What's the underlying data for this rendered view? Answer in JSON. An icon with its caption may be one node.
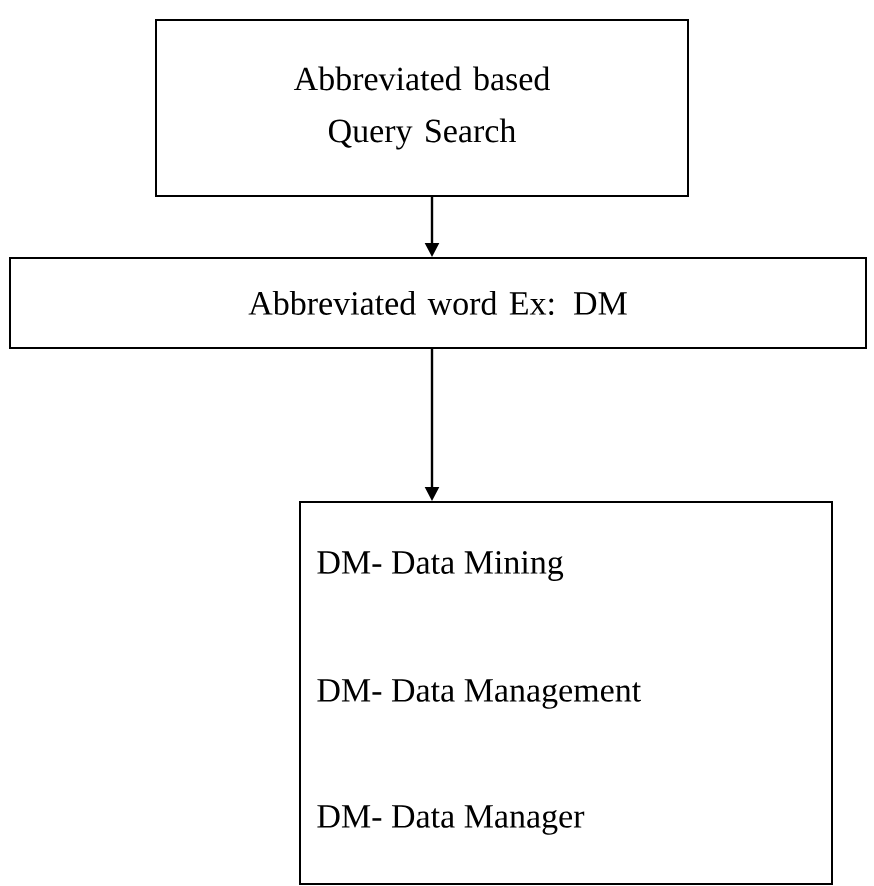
{
  "diagram": {
    "nodes": [
      {
        "text": [
          "Abbreviated based Query Search"
        ]
      },
      {
        "text": [
          "Abbreviated word Ex: DM"
        ]
      },
      {
        "text": [
          "DM- Data Mining",
          "DM- Data Management",
          "DM- Data Manager"
        ]
      }
    ],
    "edges": [
      {
        "from": 0,
        "to": 1,
        "arrow": "to"
      },
      {
        "from": 1,
        "to": 2,
        "arrow": "to"
      }
    ]
  }
}
